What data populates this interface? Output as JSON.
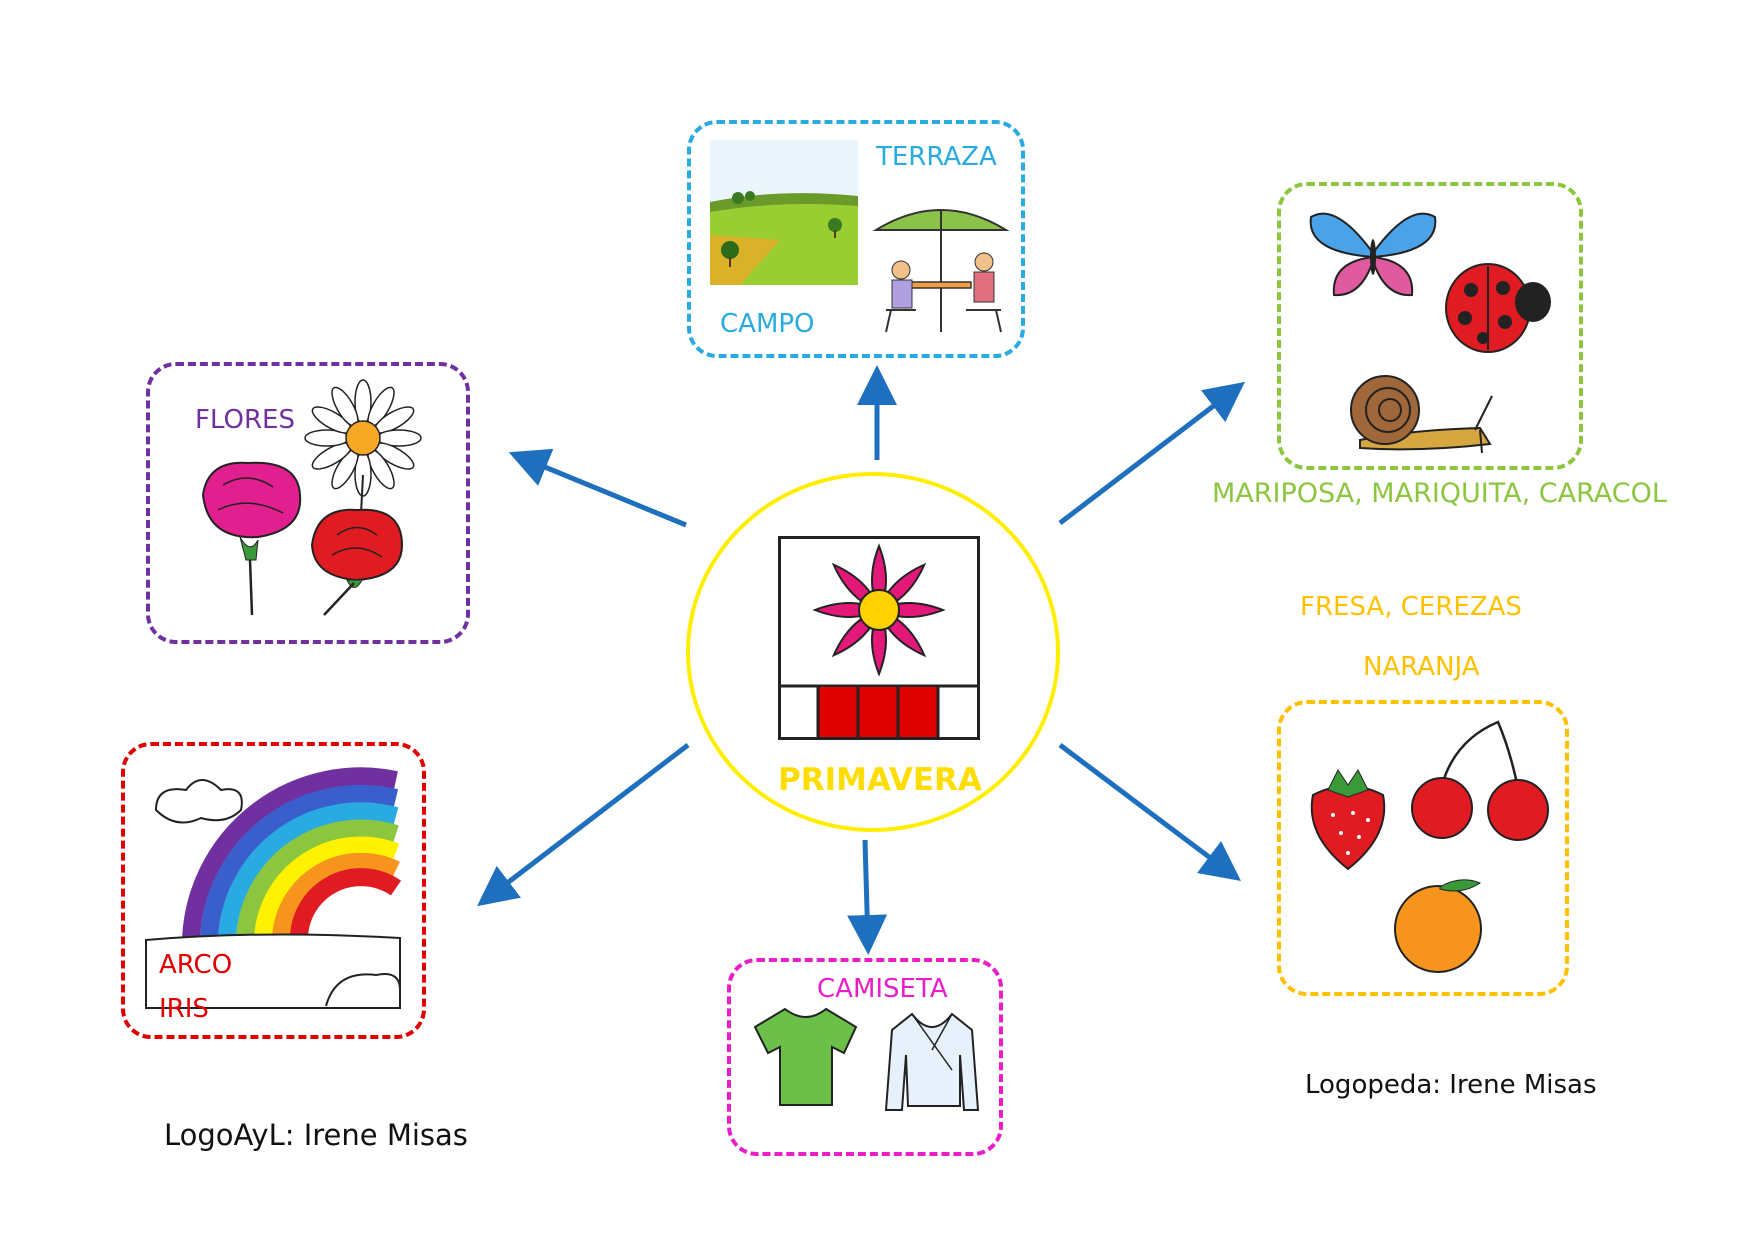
{
  "center": {
    "title": "PRIMAVERA",
    "icon": "spring-flower-pictogram-icon"
  },
  "topics": {
    "places": {
      "terraza": "TERRAZA",
      "campo": "CAMPO",
      "color": "#29abe2",
      "icons": [
        "countryside-field-icon",
        "terrace-table-umbrella-icon"
      ]
    },
    "animals": {
      "label": "MARIPOSA, MARIQUITA, CARACOL",
      "color": "#8cc63f",
      "icons": [
        "butterfly-icon",
        "ladybug-icon",
        "snail-icon"
      ]
    },
    "flowers": {
      "label": "FLORES",
      "color": "#7030a0",
      "icons": [
        "daisy-icon",
        "carnation-icon",
        "rose-icon"
      ]
    },
    "fruits": {
      "line1": "FRESA, CEREZAS",
      "line2": "NARANJA",
      "color": "#ffc000",
      "icons": [
        "strawberry-icon",
        "cherries-icon",
        "orange-icon"
      ]
    },
    "rainbow": {
      "line1": "ARCO",
      "line2": "IRIS",
      "color": "#e00000",
      "icons": [
        "rainbow-icon",
        "cloud-icon"
      ]
    },
    "clothes": {
      "label": "CAMISETA",
      "color": "#e91ec8",
      "icons": [
        "tshirt-icon",
        "light-jacket-icon"
      ]
    }
  },
  "credits": {
    "left": "LogoAyL: Irene Misas",
    "right": "Logopeda: Irene Misas"
  },
  "colors": {
    "arrow": "#1f6fbf",
    "center": "#ffee00",
    "center_text": "#ffdd00"
  }
}
